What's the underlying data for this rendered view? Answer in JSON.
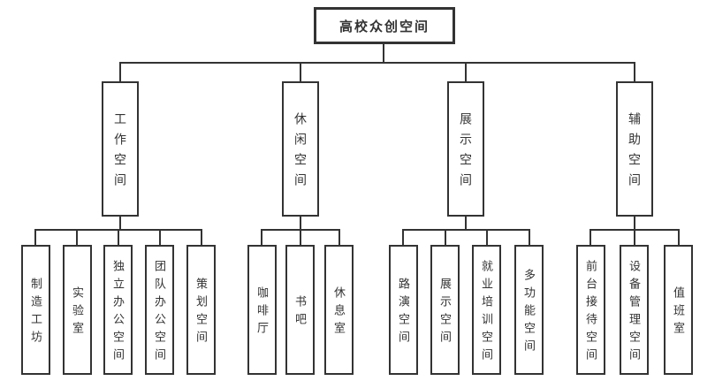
{
  "diagram": {
    "title": "高校众创空间",
    "root": "高校众创空间",
    "categories": [
      {
        "label": "工作空间",
        "children": [
          "制造工坊",
          "实验室",
          "独立办公空间",
          "团队办公空间",
          "策划空间"
        ]
      },
      {
        "label": "休闲空间",
        "children": [
          "咖啡厅",
          "书吧",
          "休息室"
        ]
      },
      {
        "label": "展示空间",
        "children": [
          "路演空间",
          "展示空间",
          "就业培训空间",
          "多功能空间"
        ]
      },
      {
        "label": "辅助空间",
        "children": [
          "前台接待空间",
          "设备管理空间",
          "值班室"
        ]
      }
    ],
    "colors": {
      "border": "#333333",
      "line": "#333333",
      "text": "#333333",
      "background": "#ffffff"
    }
  }
}
